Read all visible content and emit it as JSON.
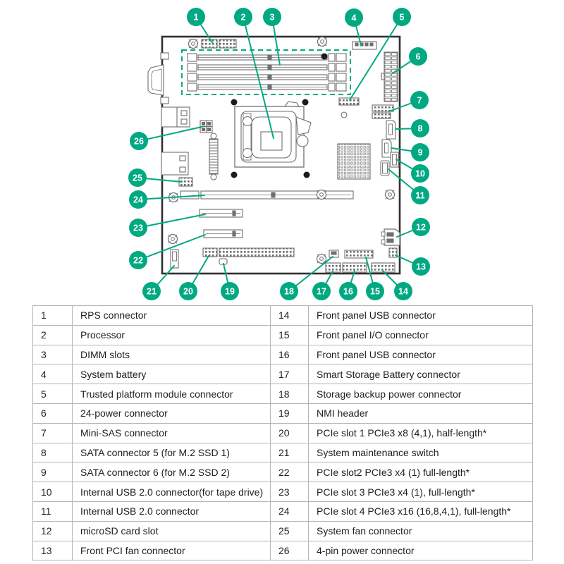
{
  "diagram": {
    "accent_color": "#01A982",
    "callout_labels": [
      "1",
      "2",
      "3",
      "4",
      "5",
      "6",
      "7",
      "8",
      "9",
      "10",
      "11",
      "12",
      "13",
      "14",
      "15",
      "16",
      "17",
      "18",
      "19",
      "20",
      "21",
      "22",
      "23",
      "24",
      "25",
      "26"
    ]
  },
  "legend_table": {
    "left_rows": [
      {
        "num": "1",
        "label": "RPS connector"
      },
      {
        "num": "2",
        "label": "Processor"
      },
      {
        "num": "3",
        "label": "DIMM slots"
      },
      {
        "num": "4",
        "label": "System battery"
      },
      {
        "num": "5",
        "label": "Trusted platform module connector"
      },
      {
        "num": "6",
        "label": "24-power connector"
      },
      {
        "num": "7",
        "label": "Mini-SAS connector"
      },
      {
        "num": "8",
        "label": "SATA connector 5 (for M.2 SSD 1)"
      },
      {
        "num": "9",
        "label": "SATA connector 6 (for M.2 SSD 2)"
      },
      {
        "num": "10",
        "label": "Internal USB 2.0 connector(for tape drive)"
      },
      {
        "num": "11",
        "label": "Internal USB 2.0 connector"
      },
      {
        "num": "12",
        "label": "microSD card slot"
      },
      {
        "num": "13",
        "label": "Front PCI fan connector"
      }
    ],
    "right_rows": [
      {
        "num": "14",
        "label": "Front panel USB connector"
      },
      {
        "num": "15",
        "label": "Front panel I/O connector"
      },
      {
        "num": "16",
        "label": "Front panel USB connector"
      },
      {
        "num": "17",
        "label": "Smart Storage Battery connector"
      },
      {
        "num": "18",
        "label": "Storage backup power connector"
      },
      {
        "num": "19",
        "label": "NMI header"
      },
      {
        "num": "20",
        "label": "PCIe slot 1 PCIe3 x8 (4,1), half-length*"
      },
      {
        "num": "21",
        "label": "System maintenance switch"
      },
      {
        "num": "22",
        "label": "PCIe slot2 PCIe3 x4 (1) full-length*"
      },
      {
        "num": "23",
        "label": "PCIe slot 3 PCIe3 x4 (1), full-length*"
      },
      {
        "num": "24",
        "label": "PCIe slot 4 PCIe3 x16 (16,8,4,1), full-length*"
      },
      {
        "num": "25",
        "label": "System fan connector"
      },
      {
        "num": "26",
        "label": "4-pin power connector"
      }
    ]
  }
}
